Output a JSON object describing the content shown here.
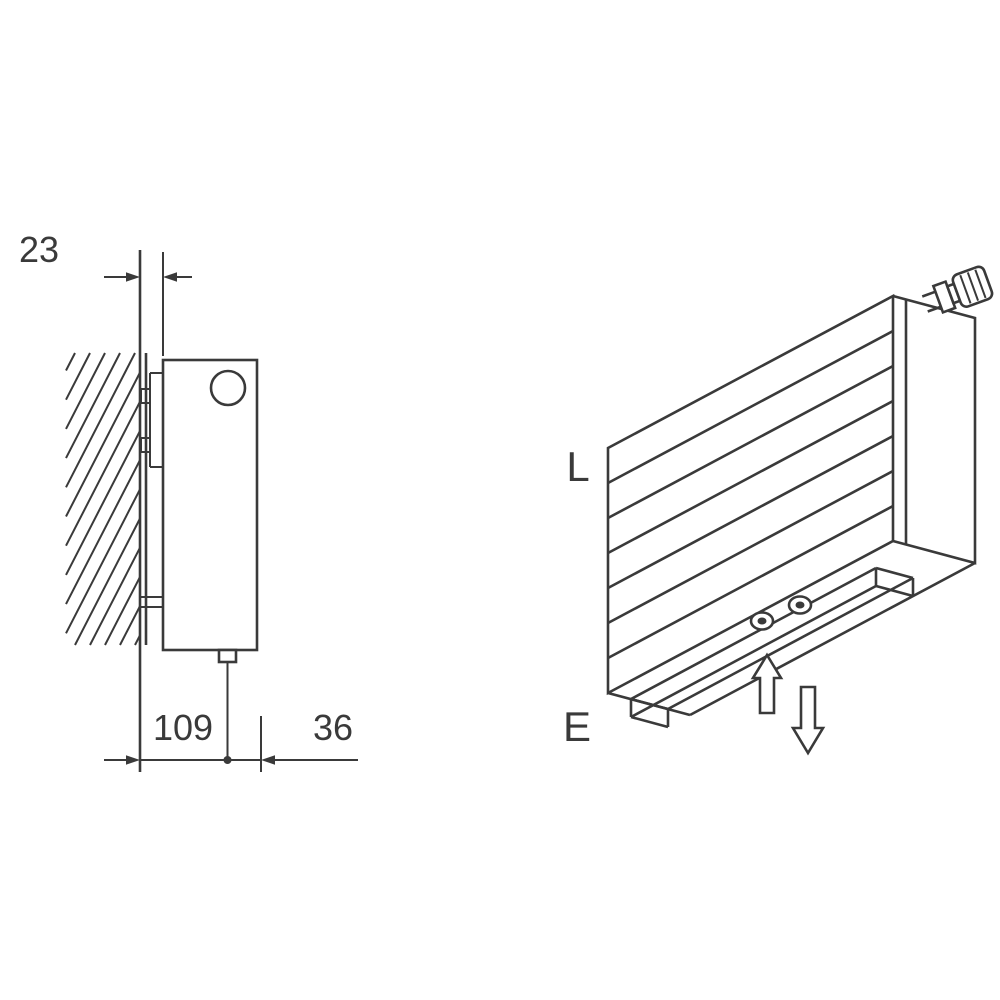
{
  "colors": {
    "line": "#3a3a3a",
    "background": "#ffffff"
  },
  "side_view": {
    "dimensions": {
      "wall_gap": "23",
      "wall_to_pipe": "109",
      "pipe_to_front": "36"
    }
  },
  "perspective_view": {
    "labels": {
      "length": "L",
      "entry": "E"
    }
  }
}
